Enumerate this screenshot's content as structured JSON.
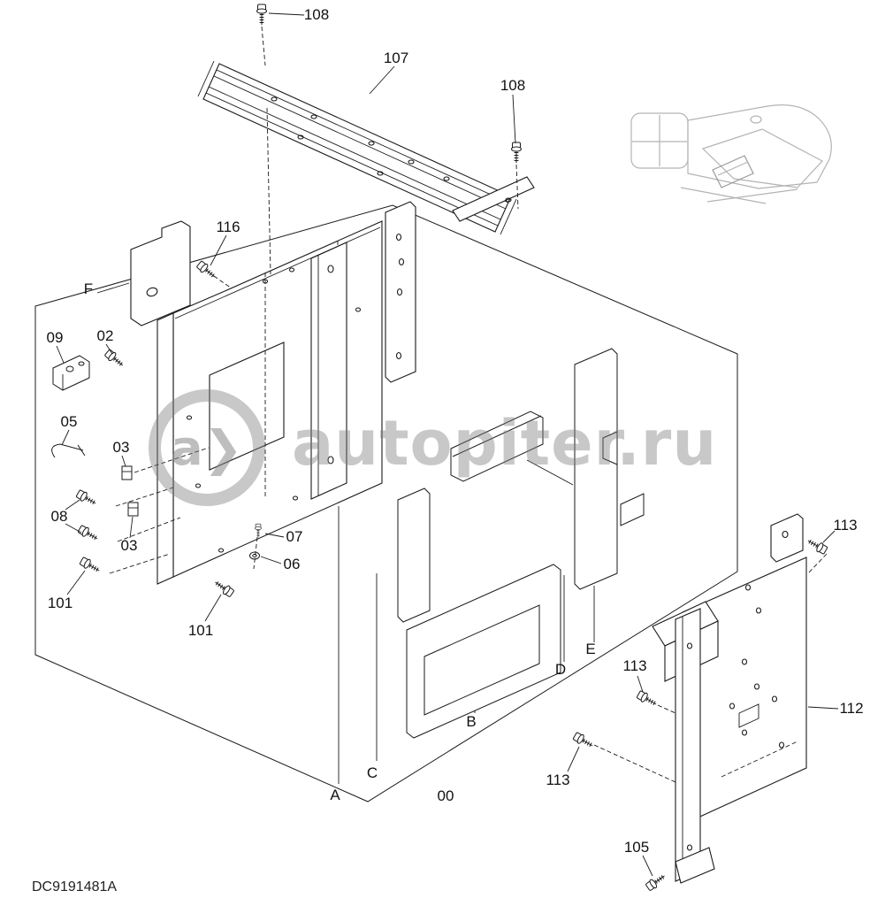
{
  "colors": {
    "background": "#ffffff",
    "line": "#1a1a1a",
    "watermark": "#7d7d7d",
    "thumbnail": "#b3b3b3"
  },
  "watermark": {
    "text": "autopiter.ru",
    "logo": "a❯"
  },
  "drawing_code": "DC9191481A",
  "part_labels": {
    "bolt_108_top": "108",
    "rail_107": "107",
    "bolt_108_right": "108",
    "bolt_116": "116",
    "panel_f": "F",
    "bracket_09": "09",
    "bolt_02": "02",
    "hook_05": "05",
    "clip_03_upper": "03",
    "bolt_08": "08",
    "clip_03_lower": "03",
    "screw_07": "07",
    "washer_06": "06",
    "bolt_101_left": "101",
    "bolt_101_mid": "101",
    "bolt_113_right": "113",
    "bolt_113_mid": "113",
    "bolt_113_lower": "113",
    "panel_112": "112",
    "bolt_105": "105",
    "ref_a": "A",
    "ref_b": "B",
    "ref_c": "C",
    "ref_d": "D",
    "ref_e": "E",
    "ref_00": "00"
  }
}
